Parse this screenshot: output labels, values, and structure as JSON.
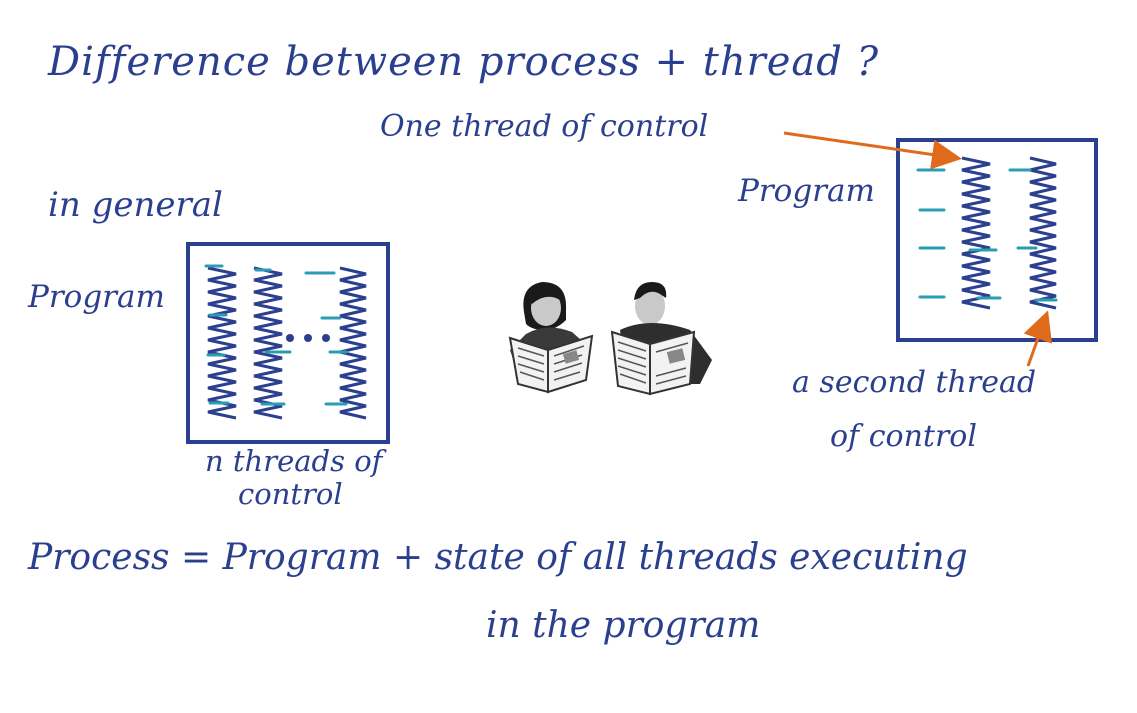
{
  "title": "Difference between process + thread ?",
  "labels": {
    "one_thread": "One thread of control",
    "in_general": "in general",
    "program_left": "Program",
    "program_right": "Program",
    "n_threads_line1": "n threads of",
    "n_threads_line2": "control",
    "second_thread_line1": "a second thread",
    "second_thread_line2": "of control"
  },
  "definition": {
    "line1": "Process = Program + state of all threads executing",
    "line2": "in the program"
  },
  "colors": {
    "ink": "#2b3f8f",
    "accent": "#2a9db5",
    "arrow": "#e06a1c"
  },
  "icons": [
    "two-people-reading-newspapers"
  ]
}
